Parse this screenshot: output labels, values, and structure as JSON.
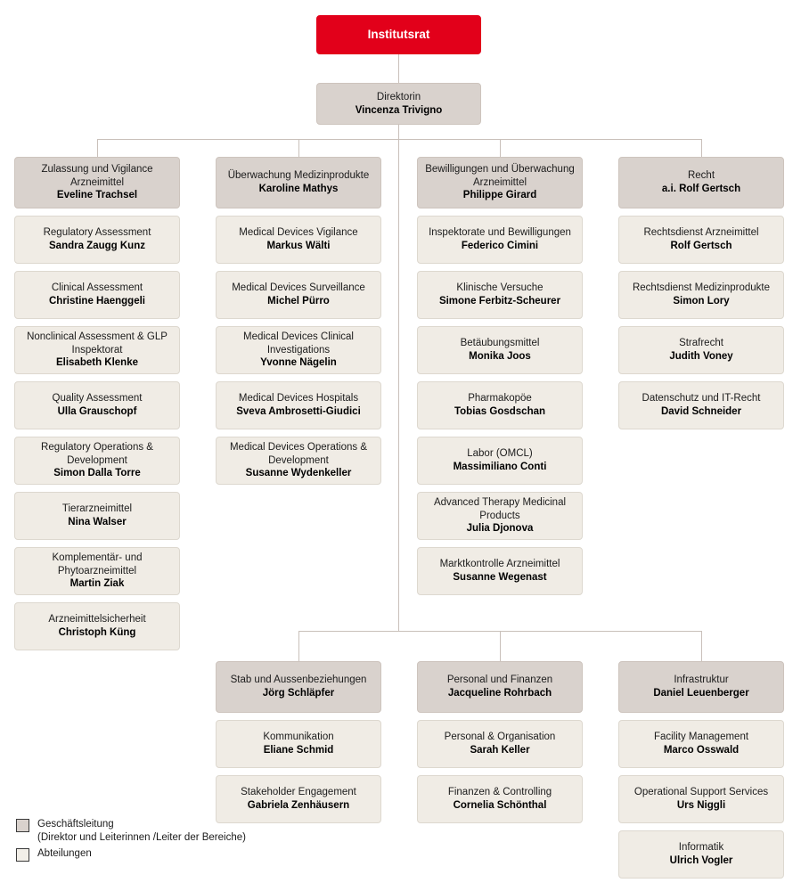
{
  "colors": {
    "root_background": "#e2001a",
    "leadership_background": "#d9d2cd",
    "department_background": "#f0ece5",
    "connector": "#c9c0ba",
    "root_text": "#ffffff",
    "body_text": "#1b1b1b"
  },
  "root": {
    "unit": "Institutsrat",
    "person": ""
  },
  "director": {
    "unit": "Direktorin",
    "person": "Vincenza Trivigno"
  },
  "columns": [
    {
      "id": "zulassung-und-vigilance-arzneimittel",
      "lead": {
        "unit": "Zulassung und Vigilance Arzneimittel",
        "person": "Eveline Trachsel"
      },
      "departments": [
        {
          "unit": "Regulatory Assessment",
          "person": "Sandra Zaugg Kunz"
        },
        {
          "unit": "Clinical Assessment",
          "person": "Christine Haenggeli"
        },
        {
          "unit": "Nonclinical Assessment & GLP Inspektorat",
          "person": "Elisabeth Klenke"
        },
        {
          "unit": "Quality Assessment",
          "person": "Ulla Grauschopf"
        },
        {
          "unit": "Regulatory Operations & Development",
          "person": "Simon Dalla Torre"
        },
        {
          "unit": "Tierarzneimittel",
          "person": "Nina Walser"
        },
        {
          "unit": "Komplementär- und Phytoarzneimittel",
          "person": "Martin Ziak"
        },
        {
          "unit": "Arzneimittelsicherheit",
          "person": "Christoph Küng"
        }
      ]
    },
    {
      "id": "ueberwachung-medizinprodukte",
      "lead": {
        "unit": "Überwachung Medizinprodukte",
        "person": "Karoline Mathys"
      },
      "departments": [
        {
          "unit": "Medical Devices Vigilance",
          "person": "Markus Wälti"
        },
        {
          "unit": "Medical Devices Surveillance",
          "person": "Michel Pürro"
        },
        {
          "unit": "Medical Devices Clinical Investigations",
          "person": "Yvonne Nägelin"
        },
        {
          "unit": "Medical Devices Hospitals",
          "person": "Sveva Ambrosetti-Giudici"
        },
        {
          "unit": "Medical Devices Operations & Development",
          "person": "Susanne Wydenkeller"
        }
      ]
    },
    {
      "id": "bewilligungen-und-ueberwachung-arzneimittel",
      "lead": {
        "unit": "Bewilligungen und Überwachung Arzneimittel",
        "person": "Philippe Girard"
      },
      "departments": [
        {
          "unit": "Inspektorate und Bewilligungen",
          "person": "Federico Cimini"
        },
        {
          "unit": "Klinische Versuche",
          "person": "Simone Ferbitz-Scheurer"
        },
        {
          "unit": "Betäubungsmittel",
          "person": "Monika Joos"
        },
        {
          "unit": "Pharmakopöe",
          "person": "Tobias Gosdschan"
        },
        {
          "unit": "Labor (OMCL)",
          "person": "Massimiliano Conti"
        },
        {
          "unit": "Advanced Therapy Medicinal Products",
          "person": "Julia Djonova"
        },
        {
          "unit": "Marktkontrolle Arzneimittel",
          "person": "Susanne Wegenast"
        }
      ]
    },
    {
      "id": "recht",
      "lead": {
        "unit": "Recht",
        "person": "a.i. Rolf Gertsch"
      },
      "departments": [
        {
          "unit": "Rechtsdienst Arzneimittel",
          "person": "Rolf Gertsch"
        },
        {
          "unit": "Rechtsdienst Medizinprodukte",
          "person": "Simon Lory"
        },
        {
          "unit": "Strafrecht",
          "person": "Judith Voney"
        },
        {
          "unit": "Datenschutz und IT-Recht",
          "person": "David Schneider"
        }
      ]
    }
  ],
  "bottom_columns": [
    {
      "id": "stab-und-aussenbeziehungen",
      "lead": {
        "unit": "Stab und Aussenbeziehungen",
        "person": "Jörg Schläpfer"
      },
      "departments": [
        {
          "unit": "Kommunikation",
          "person": "Eliane Schmid"
        },
        {
          "unit": "Stakeholder Engagement",
          "person": "Gabriela Zenhäusern"
        }
      ]
    },
    {
      "id": "personal-und-finanzen",
      "lead": {
        "unit": "Personal und Finanzen",
        "person": "Jacqueline Rohrbach"
      },
      "departments": [
        {
          "unit": "Personal & Organisation",
          "person": "Sarah Keller"
        },
        {
          "unit": "Finanzen & Controlling",
          "person": "Cornelia Schönthal"
        }
      ]
    },
    {
      "id": "infrastruktur",
      "lead": {
        "unit": "Infrastruktur",
        "person": "Daniel Leuenberger"
      },
      "departments": [
        {
          "unit": "Facility Management",
          "person": "Marco Osswald"
        },
        {
          "unit": "Operational Support Services",
          "person": "Urs Niggli"
        },
        {
          "unit": "Informatik",
          "person": "Ulrich Vogler"
        }
      ]
    }
  ],
  "legend": {
    "leadership_label": "Geschäftsleitung",
    "leadership_sublabel": "(Direktor und Leiterinnen /Leiter der Bereiche)",
    "department_label": "Abteilungen"
  }
}
